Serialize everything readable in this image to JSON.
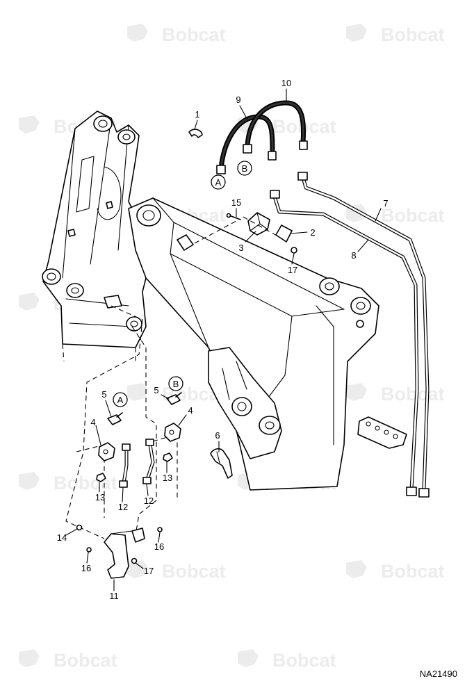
{
  "watermark": {
    "text": "Bobcat"
  },
  "callouts": {
    "c1": "1",
    "c2": "2",
    "c3": "3",
    "c4a": "4",
    "c4b": "4",
    "c5a": "5",
    "c5b": "5",
    "c6": "6",
    "c7": "7",
    "c8": "8",
    "c9": "9",
    "c10": "10",
    "c11": "11",
    "c12a": "12",
    "c12b": "12",
    "c13a": "13",
    "c13b": "13",
    "c14": "14",
    "c15": "15",
    "c16a": "16",
    "c16b": "16",
    "c17a": "17",
    "c17b": "17"
  },
  "connectors": {
    "a1": "A",
    "b1": "B",
    "a2": "A",
    "b2": "B"
  },
  "drawing_code": "NA21490"
}
